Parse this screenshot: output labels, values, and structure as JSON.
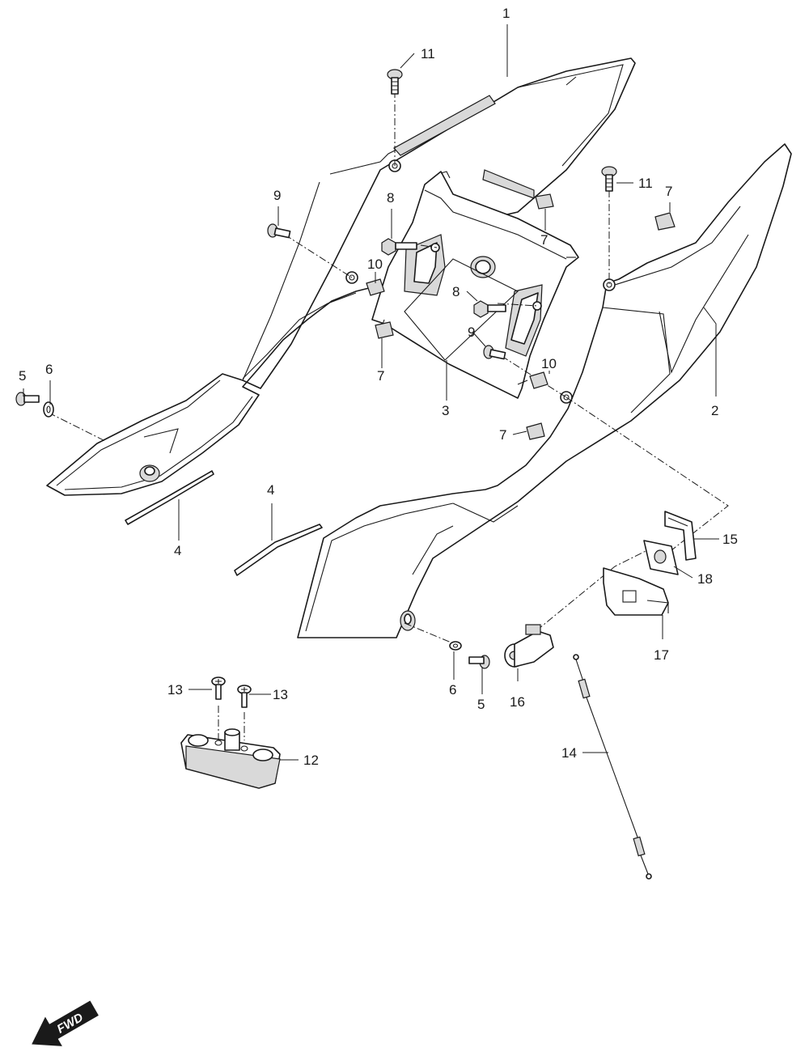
{
  "callouts": {
    "c1": "1",
    "c2": "2",
    "c3": "3",
    "c4a": "4",
    "c4b": "4",
    "c5a": "5",
    "c5b": "5",
    "c6a": "6",
    "c6b": "6",
    "c7a": "7",
    "c7b": "7",
    "c7c": "7",
    "c7d": "7",
    "c8a": "8",
    "c8b": "8",
    "c9a": "9",
    "c9b": "9",
    "c10a": "10",
    "c10b": "10",
    "c11a": "11",
    "c11b": "11",
    "c12": "12",
    "c13a": "13",
    "c13b": "13",
    "c14": "14",
    "c15": "15",
    "c16": "16",
    "c17": "17",
    "c18": "18"
  },
  "direction": {
    "label": "FWD"
  },
  "colors": {
    "line": "#1a1a1a",
    "shade": "#d9d9d9",
    "arrow": "#1a1a1a"
  },
  "icons": {
    "direction": "forward-arrow-icon"
  }
}
